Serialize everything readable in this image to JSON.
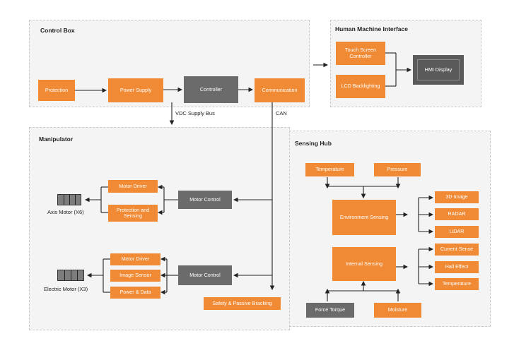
{
  "panels": {
    "control_box": "Control Box",
    "hmi": "Human Machine Interface",
    "manipulator": "Manipulator",
    "sensing_hub": "Sensing Hub"
  },
  "control_box": {
    "protection": "Protection",
    "power_supply": "Power Supply",
    "controller": "Controller",
    "communication": "Communication"
  },
  "hmi": {
    "touch_screen_controller": "Touch Screen Controller",
    "lcd_backlighting": "LCD Backlighting",
    "hmi_display": "HMI Display"
  },
  "bus_labels": {
    "vdc_supply_bus": "VDC Supply Bus",
    "can": "CAN"
  },
  "manipulator": {
    "axis_group": {
      "motor_driver": "Motor Driver",
      "protection_sensing": "Protection and Sensing",
      "motor_control": "Motor Control",
      "motor_label": "Axis Motor (X6)"
    },
    "electric_group": {
      "motor_driver": "Motor Driver",
      "image_sensor": "Image Sensor",
      "power_data": "Power & Data",
      "motor_control": "Motor Control",
      "motor_label": "Electric Motor (X3)"
    },
    "safety": "Safety & Passive Bracking"
  },
  "sensing_hub": {
    "temperature_in": "Temperature",
    "pressure": "Pressure",
    "environment_sensing": "Environment Sensing",
    "image_3d": "3D Image",
    "radar": "RADAR",
    "lidar": "LiDAR",
    "internal_sensing": "Internal Sensing",
    "current_sense": "Current Sense",
    "hall_effect": "Hall Effect",
    "temperature_out": "Temperature",
    "force_torque": "Force Torque",
    "moisture": "Moisture"
  },
  "colors": {
    "orange": "#f18a34",
    "gray": "#6b6b6b",
    "panel": "#f4f4f4"
  }
}
